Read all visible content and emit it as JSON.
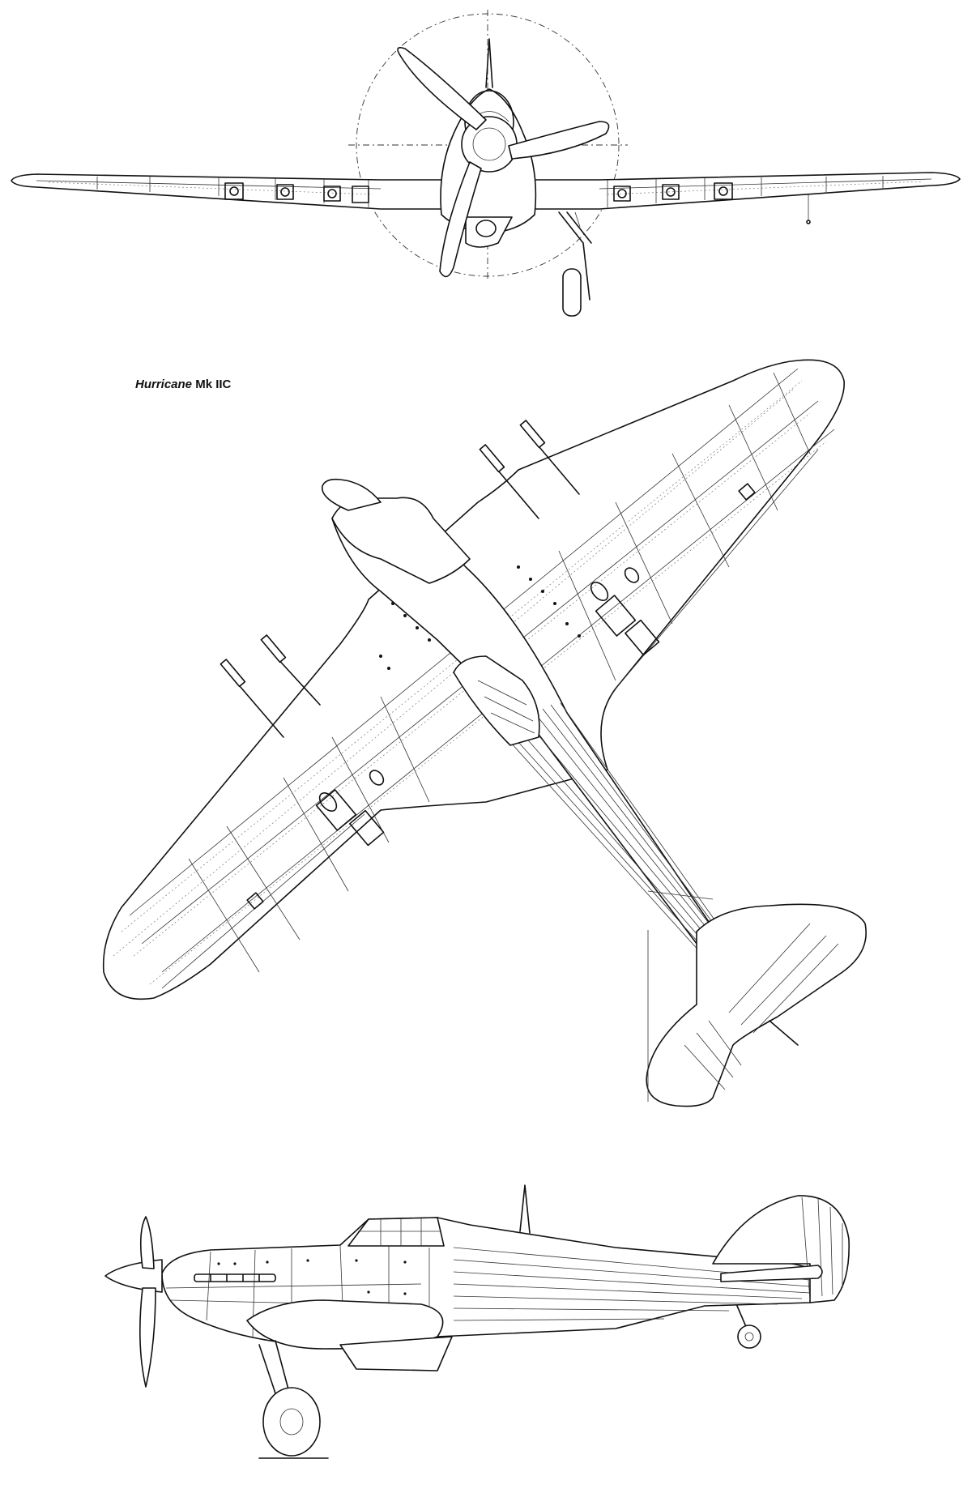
{
  "caption": {
    "model_italic": "Hurricane",
    "variant": "Mk IIC"
  },
  "views": [
    {
      "id": "front-view"
    },
    {
      "id": "top-view"
    },
    {
      "id": "side-view"
    }
  ]
}
